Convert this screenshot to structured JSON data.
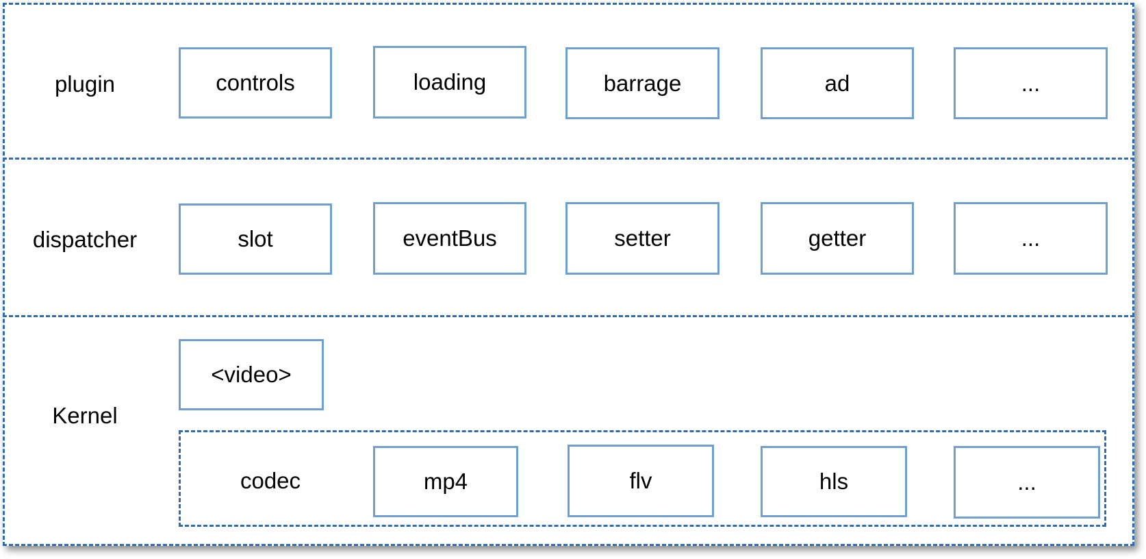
{
  "layers": {
    "plugin": {
      "label": "plugin",
      "items": [
        "controls",
        "loading",
        "barrage",
        "ad",
        "..."
      ]
    },
    "dispatcher": {
      "label": "dispatcher",
      "items": [
        "slot",
        "eventBus",
        "setter",
        "getter",
        "..."
      ]
    },
    "kernel": {
      "label": "Kernel",
      "video": "<video>",
      "codec": {
        "label": "codec",
        "items": [
          "mp4",
          "flv",
          "hls",
          "..."
        ]
      }
    }
  },
  "colors": {
    "dashed_border": "#2e6db3",
    "box_border": "#6f9fd2"
  }
}
